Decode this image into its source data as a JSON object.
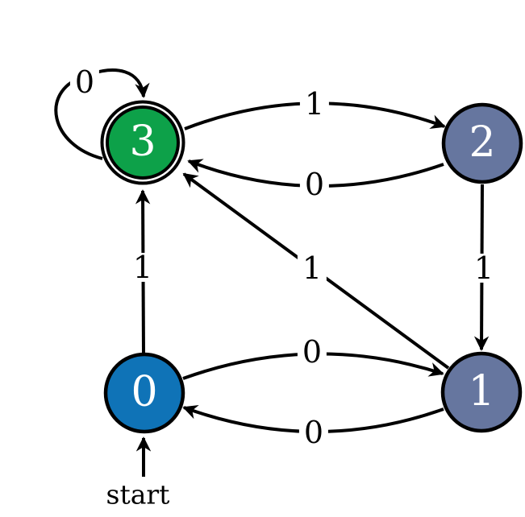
{
  "diagram": {
    "type": "dfa-state-diagram",
    "background": "#ffffff",
    "edge_color": "#000000",
    "state_text_color": "#ffffff",
    "start_label": "start",
    "states": [
      {
        "label": "0",
        "color": "#0f73b7",
        "start": true,
        "accepting": false
      },
      {
        "label": "1",
        "color": "#66769f",
        "start": false,
        "accepting": false
      },
      {
        "label": "2",
        "color": "#66769f",
        "start": false,
        "accepting": false
      },
      {
        "label": "3",
        "color": "#0da149",
        "start": false,
        "accepting": true
      }
    ],
    "transitions": [
      {
        "from": "3",
        "to": "3",
        "symbol": "0"
      },
      {
        "from": "3",
        "to": "2",
        "symbol": "1"
      },
      {
        "from": "2",
        "to": "3",
        "symbol": "0"
      },
      {
        "from": "0",
        "to": "3",
        "symbol": "1"
      },
      {
        "from": "1",
        "to": "3",
        "symbol": "1"
      },
      {
        "from": "2",
        "to": "1",
        "symbol": "1"
      },
      {
        "from": "0",
        "to": "1",
        "symbol": "0"
      },
      {
        "from": "1",
        "to": "0",
        "symbol": "0"
      }
    ]
  }
}
